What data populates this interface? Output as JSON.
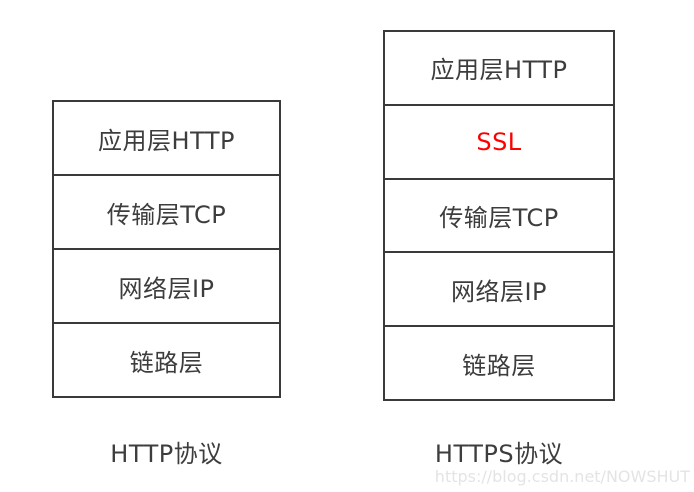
{
  "diagram": {
    "http_stack": {
      "caption": "HTTP协议",
      "layers": [
        {
          "label": "应用层HTTP"
        },
        {
          "label": "传输层TCP"
        },
        {
          "label": "网络层IP"
        },
        {
          "label": "链路层"
        }
      ]
    },
    "https_stack": {
      "caption": "HTTPS协议",
      "layers": [
        {
          "label": "应用层HTTP"
        },
        {
          "label": "SSL",
          "emphasis": "red"
        },
        {
          "label": "传输层TCP"
        },
        {
          "label": "网络层IP"
        },
        {
          "label": "链路层"
        }
      ]
    }
  },
  "watermark": {
    "text": "https://blog.csdn.net/NOWSHUT"
  },
  "colors": {
    "background": "#ffffff",
    "border": "#3a3a3a",
    "text": "#3d3d3d",
    "ssl": "#ff0000",
    "watermark": "#e4e4e4"
  }
}
